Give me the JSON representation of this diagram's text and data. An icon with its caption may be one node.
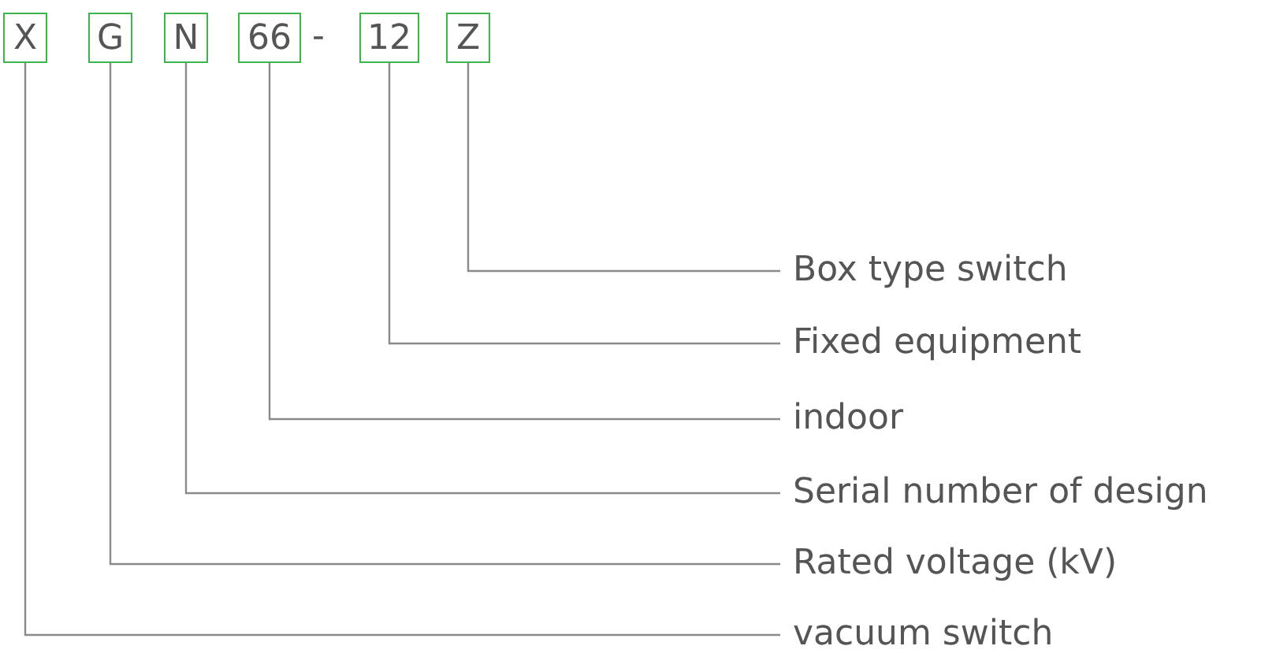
{
  "diagram": {
    "nodes": [
      {
        "text": [
          "X"
        ]
      },
      {
        "text": [
          "G"
        ]
      },
      {
        "text": [
          "N"
        ]
      },
      {
        "text": [
          "66"
        ]
      },
      {
        "text": [
          "12"
        ]
      },
      {
        "text": [
          "Z"
        ]
      },
      {
        "text": [
          "Box type switch"
        ]
      },
      {
        "text": [
          "Fixed equipment"
        ]
      },
      {
        "text": [
          "indoor"
        ]
      },
      {
        "text": [
          "Serial number of design"
        ]
      },
      {
        "text": [
          "Rated voltage (kV)"
        ]
      },
      {
        "text": [
          "vacuum switch"
        ]
      }
    ],
    "edges": [
      {
        "from": 6,
        "to": 5,
        "arrow": "none"
      },
      {
        "from": 7,
        "to": 4,
        "arrow": "none"
      },
      {
        "from": 8,
        "to": 3,
        "arrow": "none"
      },
      {
        "from": 9,
        "to": 2,
        "arrow": "none"
      },
      {
        "from": 10,
        "to": 1,
        "arrow": "none"
      },
      {
        "from": 11,
        "to": 0,
        "arrow": "none"
      }
    ],
    "labels": [
      "-"
    ]
  }
}
